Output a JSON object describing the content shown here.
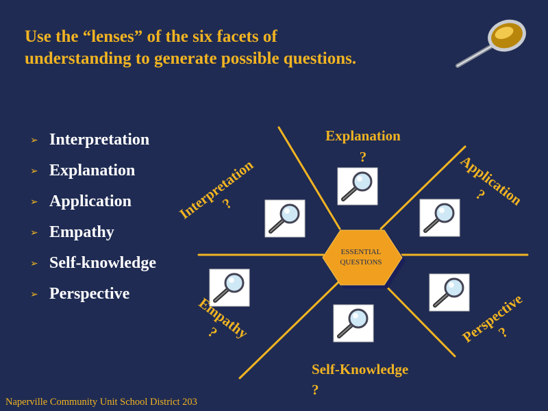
{
  "title": {
    "line1": "Use the “lenses” of the six facets of",
    "line2": "understanding to generate possible questions."
  },
  "facets_list": [
    {
      "label": "Interpretation"
    },
    {
      "label": "Explanation"
    },
    {
      "label": "Application"
    },
    {
      "label": "Empathy"
    },
    {
      "label": "Self-knowledge"
    },
    {
      "label": "Perspective"
    }
  ],
  "bullet_glyph": "➢",
  "diagram": {
    "center": {
      "line1": "ESSENTIAL",
      "line2": "QUESTIONS"
    },
    "labels": {
      "explanation": "Explanation",
      "interpretation": "Interpretation",
      "application": "Application",
      "empathy": "Empathy",
      "perspective": "Perspective",
      "self_knowledge": "Self-Knowledge",
      "question_mark": "?"
    }
  },
  "footer": "Naperville Community Unit School District 203",
  "colors": {
    "background": "#1f2b52",
    "accent": "#f2b422",
    "hexagon": "#f0a01e",
    "text": "#ffffff"
  }
}
